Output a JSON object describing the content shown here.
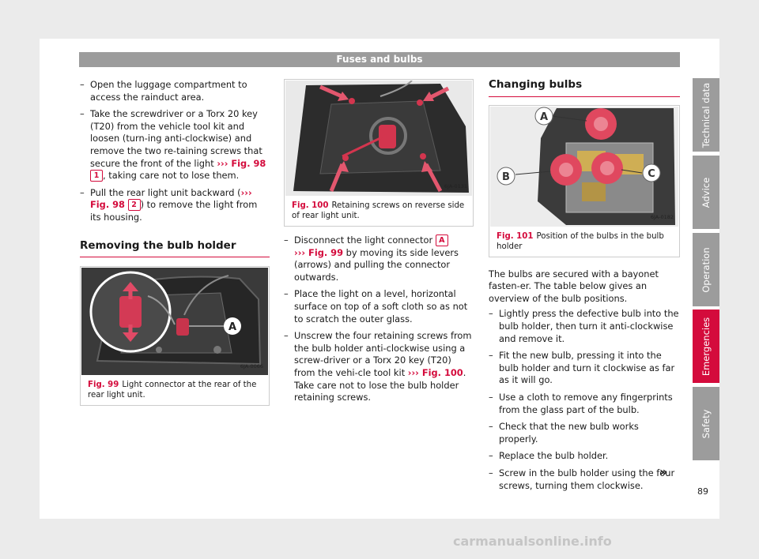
{
  "header": {
    "title": "Fuses and bulbs"
  },
  "col1": {
    "steps": [
      {
        "text": "Open the luggage compartment to access the rainduct area."
      },
      {
        "pre": "Take the screwdriver or a Torx 20 key (T20) from the vehicle tool kit and loosen (turn-ing anti-clockwise) and remove the two re-taining screws that secure the front of the light ",
        "xref": "››› Fig. 98",
        "badge": "1",
        "post": ", taking care not to lose them."
      },
      {
        "pre": "Pull the rear light unit backward (",
        "xref": "››› Fig. 98",
        "badge": "2",
        "post": ") to remove the light from its housing."
      }
    ],
    "heading": "Removing the bulb holder",
    "figure": {
      "num": "Fig. 99",
      "caption": "Light connector at the rear of the rear light unit.",
      "code": "6JA-0066",
      "label": "A"
    }
  },
  "col2": {
    "figure": {
      "num": "Fig. 100",
      "caption": "Retaining screws on reverse side of rear light unit.",
      "code": "6JA-0131"
    },
    "steps": [
      {
        "pre": "Disconnect the light connector ",
        "badge": "A",
        "xref": "››› Fig. 99",
        "post": " by moving its side levers (arrows) and pulling the connector outwards."
      },
      {
        "text": "Place the light on a level, horizontal surface on top of a soft cloth so as not to scratch the outer glass."
      },
      {
        "pre": "Unscrew the four retaining screws from the bulb holder anti-clockwise using a screw-driver or a Torx 20 key (T20) from the vehi-cle tool kit ",
        "xref": "››› Fig. 100",
        "post": ". Take care not to lose the bulb holder retaining screws."
      }
    ]
  },
  "col3": {
    "heading": "Changing bulbs",
    "figure": {
      "num": "Fig. 101",
      "caption": "Position of the bulbs in the bulb holder",
      "code": "6JA-0182",
      "labels": [
        "A",
        "B",
        "C"
      ]
    },
    "intro": "The bulbs are secured with a bayonet fasten-er. The table below gives an overview of the bulb positions.",
    "steps": [
      "Lightly press the defective bulb into the bulb holder, then turn it anti-clockwise and remove it.",
      "Fit the new bulb, pressing it into the bulb holder and turn it clockwise as far as it will go.",
      "Use a cloth to remove any fingerprints from the glass part of the bulb.",
      "Check that the new bulb works properly.",
      "Replace the bulb holder.",
      "Screw in the bulb holder using the four screws, turning them clockwise."
    ]
  },
  "tabs": [
    {
      "label": "Technical data",
      "active": false
    },
    {
      "label": "Advice",
      "active": false
    },
    {
      "label": "Operation",
      "active": false
    },
    {
      "label": "Emergencies",
      "active": true
    },
    {
      "label": "Safety",
      "active": false
    }
  ],
  "next_mark": "»",
  "page_number": "89",
  "watermark": "carmanualsonline.info",
  "colors": {
    "accent": "#d40b3c",
    "tab_gray": "#9c9c9c",
    "header_gray": "#9c9c9c"
  }
}
